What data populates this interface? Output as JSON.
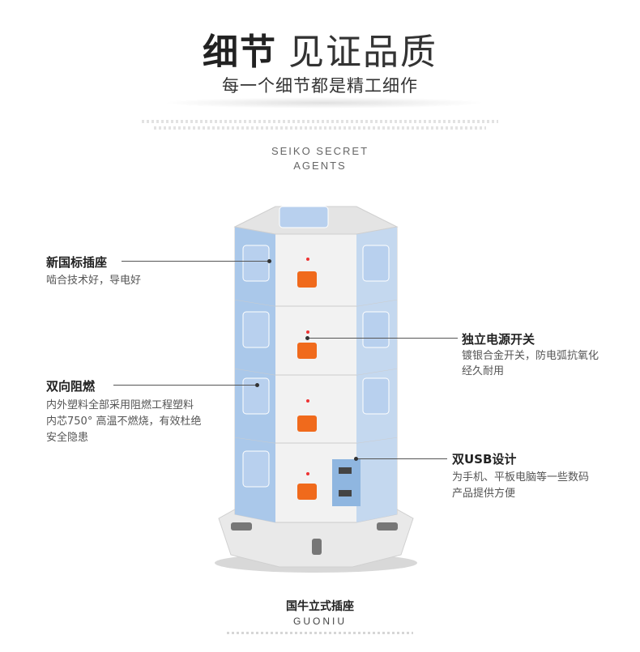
{
  "header": {
    "title_bold": "细节",
    "title_thin": "见证品质",
    "subtitle": "每一个细节都是精工细作",
    "tagline_line1": "SEIKO SECRET",
    "tagline_line2": "AGENTS"
  },
  "features": {
    "outlet": {
      "title": "新国标插座",
      "desc": "啮合技术好，导电好"
    },
    "switch": {
      "title": "独立电源开关",
      "desc_line1": "镀银合金开关，防电弧抗氧化",
      "desc_line2": "经久耐用"
    },
    "flame": {
      "title": "双向阻燃",
      "desc_line1": "内外塑料全部采用阻燃工程塑料",
      "desc_line2": "内芯750°  高温不燃烧，有效杜绝",
      "desc_line3": "安全隐患"
    },
    "usb": {
      "title": "双USB设计",
      "desc_line1": "为手机、平板电脑等一些数码",
      "desc_line2": "产品提供方便"
    }
  },
  "product": {
    "name": "国牛立式插座",
    "brand": "GUONIU"
  },
  "colors": {
    "body": "#eeeeee",
    "panel": "#aac8ea",
    "switch": "#f06a1c",
    "accent": "#222222"
  }
}
